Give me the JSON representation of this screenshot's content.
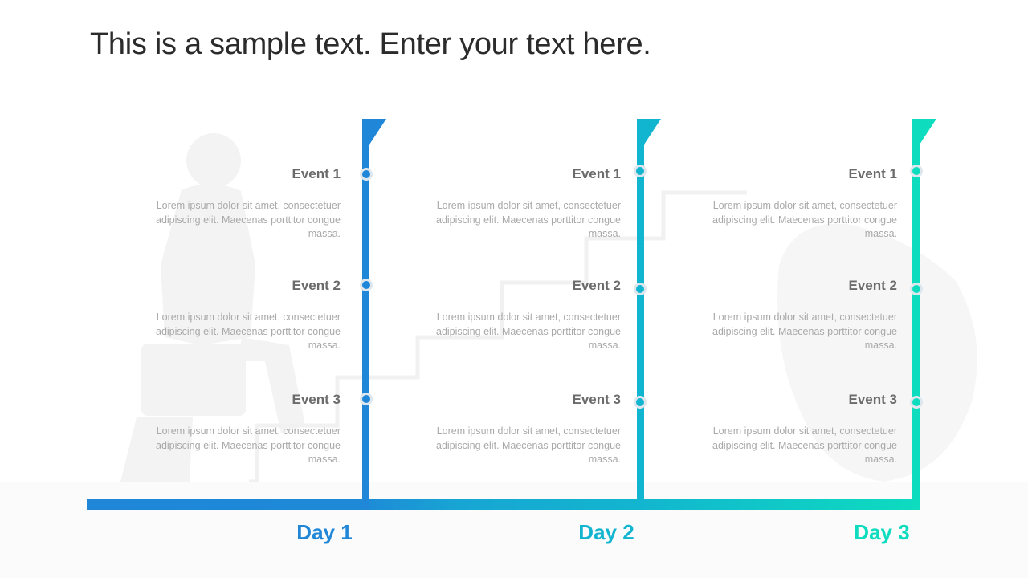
{
  "slide": {
    "title": "This is a sample text. Enter your text here."
  },
  "colors": {
    "day1": "#1f86d8",
    "day2": "#12b5cf",
    "day3": "#0ddcbf",
    "event_title": "#6b6b6b",
    "event_desc": "#a9a9a9",
    "title": "#2b2b2b"
  },
  "days": [
    {
      "label": "Day 1",
      "color": "#1f86d8",
      "events": [
        {
          "title": "Event 1",
          "desc": "Lorem ipsum dolor sit amet, consectetuer adipiscing elit. Maecenas porttitor congue massa."
        },
        {
          "title": "Event 2",
          "desc": "Lorem ipsum dolor sit amet, consectetuer adipiscing elit. Maecenas porttitor congue massa."
        },
        {
          "title": "Event 3",
          "desc": "Lorem ipsum dolor sit amet, consectetuer adipiscing elit. Maecenas porttitor congue massa."
        }
      ]
    },
    {
      "label": "Day 2",
      "color": "#12b5cf",
      "events": [
        {
          "title": "Event 1",
          "desc": "Lorem ipsum dolor sit amet, consectetuer adipiscing elit. Maecenas porttitor congue massa."
        },
        {
          "title": "Event 2",
          "desc": "Lorem ipsum dolor sit amet, consectetuer adipiscing elit. Maecenas porttitor congue massa."
        },
        {
          "title": "Event 3",
          "desc": "Lorem ipsum dolor sit amet, consectetuer adipiscing elit. Maecenas porttitor congue massa."
        }
      ]
    },
    {
      "label": "Day 3",
      "color": "#0ddcbf",
      "events": [
        {
          "title": "Event 1",
          "desc": "Lorem ipsum dolor sit amet, consectetuer adipiscing elit. Maecenas porttitor congue massa."
        },
        {
          "title": "Event 2",
          "desc": "Lorem ipsum dolor sit amet, consectetuer adipiscing elit. Maecenas porttitor congue massa."
        },
        {
          "title": "Event 3",
          "desc": "Lorem ipsum dolor sit amet, consectetuer adipiscing elit. Maecenas porttitor congue massa."
        }
      ]
    }
  ]
}
